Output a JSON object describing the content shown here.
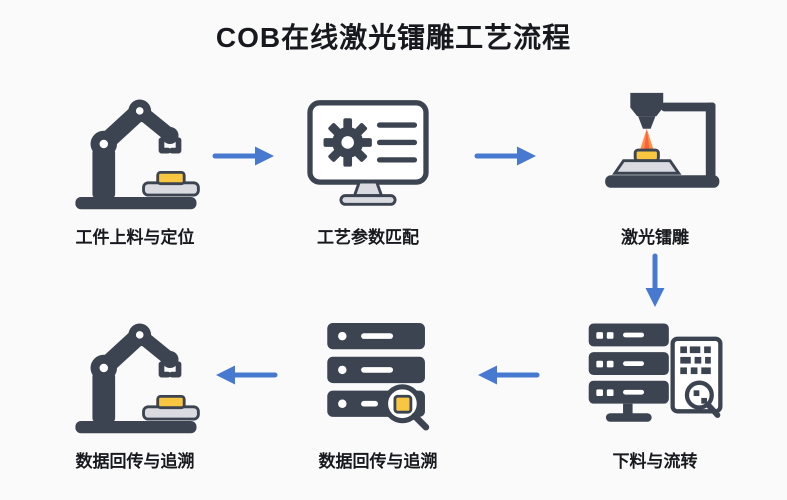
{
  "title": "COB在线激光镭雕工艺流程",
  "steps": [
    {
      "id": 1,
      "label": "工件上料与定位",
      "icon": "robot-arm-icon"
    },
    {
      "id": 2,
      "label": "工艺参数匹配",
      "icon": "monitor-gear-icon"
    },
    {
      "id": 3,
      "label": "激光镭雕",
      "icon": "laser-marking-icon"
    },
    {
      "id": 4,
      "label": "下料与流转",
      "icon": "server-document-magnifier-icon"
    },
    {
      "id": 5,
      "label": "数据回传与追溯",
      "icon": "server-magnifier-icon"
    },
    {
      "id": 6,
      "label": "数据回传与追溯",
      "icon": "robot-arm-icon"
    }
  ],
  "flow": [
    {
      "from": 1,
      "to": 2,
      "direction": "right"
    },
    {
      "from": 2,
      "to": 3,
      "direction": "right"
    },
    {
      "from": 3,
      "to": 4,
      "direction": "down"
    },
    {
      "from": 4,
      "to": 5,
      "direction": "left"
    },
    {
      "from": 5,
      "to": 6,
      "direction": "left"
    }
  ],
  "colors": {
    "background": "#fafafa",
    "arrow": "#4679cf",
    "icon_dark": "#3d4451",
    "icon_gray": "#d9dbe0",
    "accent_yellow": "#f8c640",
    "beam_orange": "#ff8a3c",
    "text": "#17191e"
  }
}
